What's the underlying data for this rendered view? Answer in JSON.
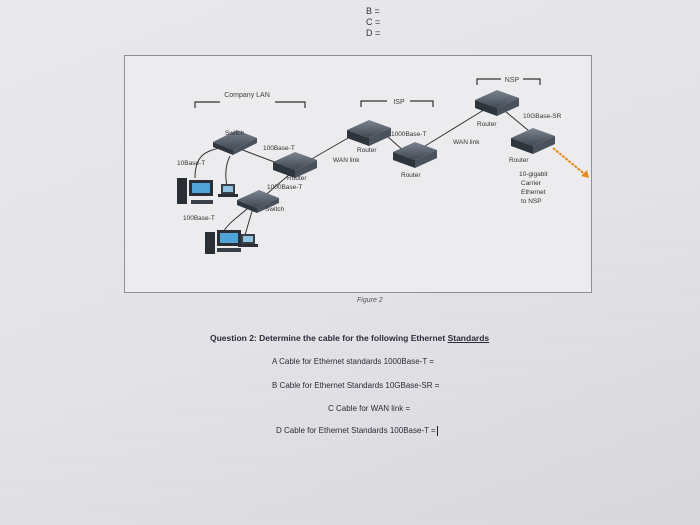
{
  "header": {
    "lines": [
      "B =",
      "C =",
      "D ="
    ]
  },
  "diagram": {
    "groups": {
      "company_lan": "Company LAN",
      "isp": "ISP",
      "nsp": "NSP"
    },
    "labels": {
      "switch_top": "Switch",
      "switch_bottom": "Switch",
      "router_lan": "Router",
      "router_isp1": "Router",
      "router_isp2": "Router",
      "router_nsp1": "Router",
      "router_nsp2": "Router",
      "base10t": "10Base-T",
      "base100t_top": "100Base-T",
      "base100t_bottom": "100Base-T",
      "base1000t_lan": "1000Base-T",
      "base1000t_isp": "1000Base-T",
      "base10gsr": "10GBase-SR",
      "wan1": "WAN link",
      "wan2": "WAN link",
      "carrier": [
        "10-gigabit",
        "Carrier",
        "Ethernet",
        "to NSP"
      ]
    }
  },
  "caption": "Figure 2",
  "question": {
    "title_prefix": "Question 2: Determine the cable for the following Ethernet",
    "title_underlined": "Standards",
    "a": "A Cable for Ethernet standards 1000Base-T =",
    "b": "B Cable for Ethernet Standards 10GBase-SR =",
    "c": "C Cable for WAN link =",
    "d": "D Cable for Ethernet Standards 100Base-T ="
  }
}
